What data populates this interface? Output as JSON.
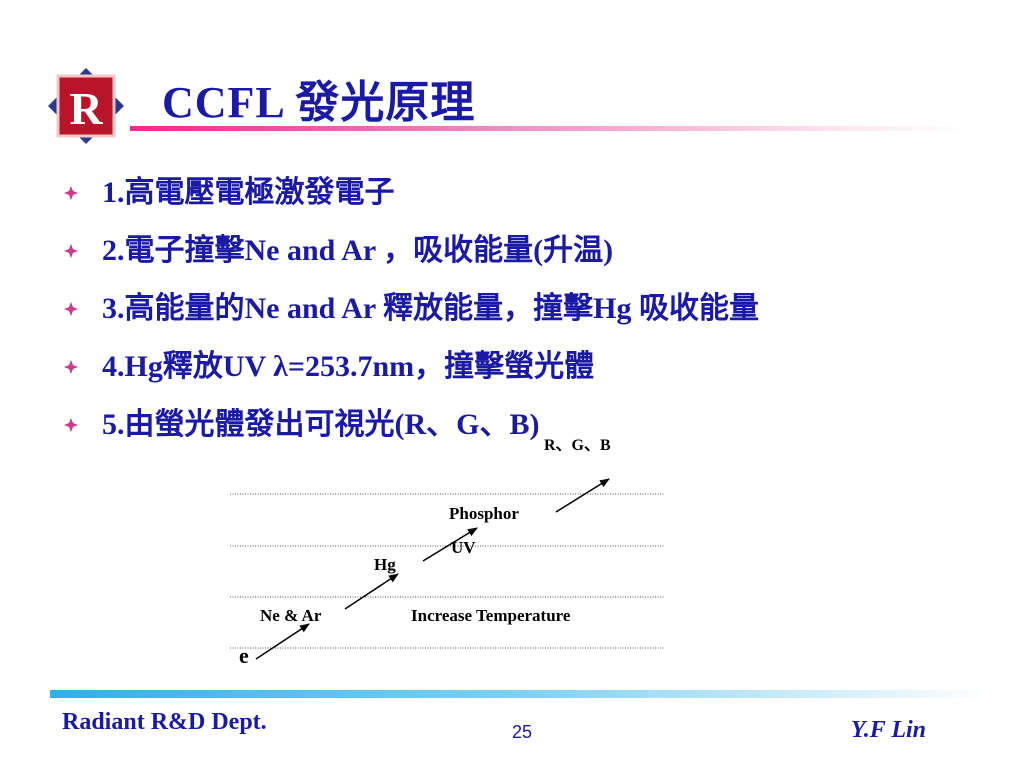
{
  "slide": {
    "logo_letter": "R",
    "title": "CCFL  發光原理",
    "bullets": [
      "1.高電壓電極激發電子",
      "2.電子撞擊Ne and Ar ，吸收能量(升温)",
      "3.高能量的Ne and Ar 釋放能量，撞擊Hg 吸收能量",
      "4.Hg釋放UV λ=253.7nm，撞擊螢光體",
      "5.由螢光體發出可視光(R、G、B)"
    ]
  },
  "diagram": {
    "labels": {
      "rgb": "R、G、B",
      "phosphor": "Phosphor",
      "uv": "UV",
      "hg": "Hg",
      "ne_ar": "Ne & Ar",
      "increase_temperature": "Increase Temperature",
      "electron": "e"
    }
  },
  "footer": {
    "left": "Radiant R&D Dept.",
    "page": "25",
    "right": "Y.F Lin"
  },
  "colors": {
    "text": "#1a1aa6",
    "title_rule": "#ee2a8a",
    "footer_rule": "#2ab2ea",
    "logo_red": "#c8102e",
    "bullet_pink": "#d03a8c"
  }
}
